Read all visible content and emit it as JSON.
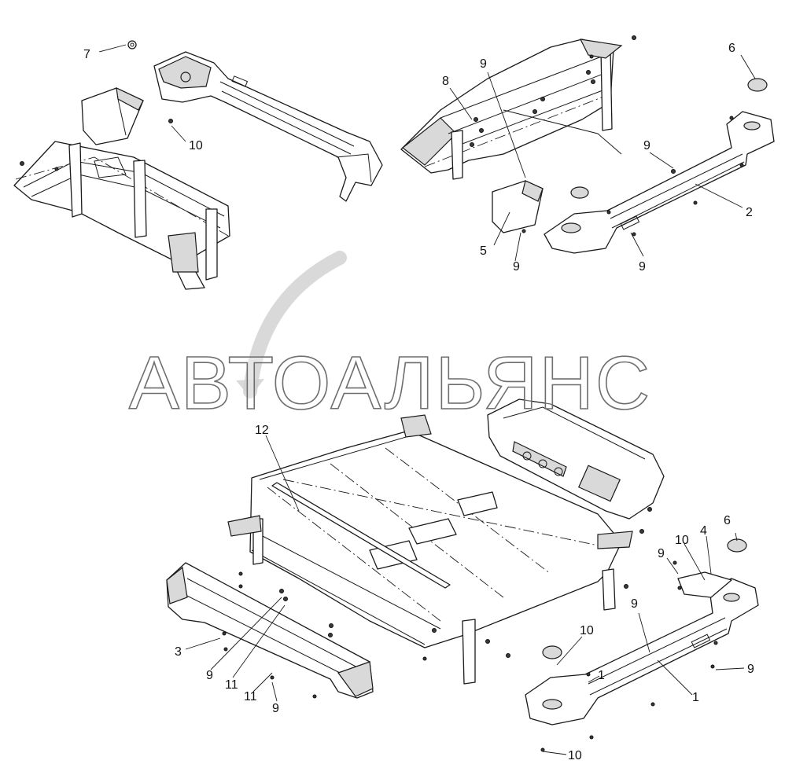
{
  "watermark": "АВТОАЛЬЯНС",
  "callouts": {
    "c7": "7",
    "c10_top_left": "10",
    "c8": "8",
    "c9_top_a": "9",
    "c6_top": "6",
    "c9_top_b": "9",
    "c2": "2",
    "c5": "5",
    "c9_top_c": "9",
    "c9_top_d": "9",
    "c12": "12",
    "c6_bottom": "6",
    "c9_right_a": "9",
    "c10_right_a": "10",
    "c4": "4",
    "c9_right_b": "9",
    "c10_right_b": "10",
    "c9_right_c": "9",
    "c1_a": "1",
    "c1_b": "1",
    "c10_bottom": "10",
    "c3": "3",
    "c9_left_a": "9",
    "c11_a": "11",
    "c11_b": "11",
    "c9_left_b": "9"
  }
}
